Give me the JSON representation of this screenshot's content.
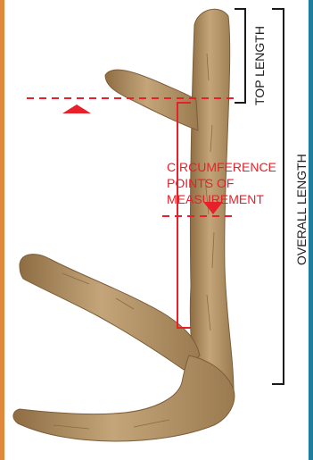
{
  "colors": {
    "left_strip": "#e2883d",
    "right_strip": "#1d7ea0",
    "measure_red": "#e8202a",
    "bracket_black": "#1a1a1a",
    "antler": "#b79563"
  },
  "labels": {
    "circumference": [
      "CIRCUMFERENCE",
      "POINTS OF",
      "MEASUREMENT"
    ],
    "top_length": "TOP LENGTH",
    "overall_length": "OVERALL LENGTH"
  }
}
